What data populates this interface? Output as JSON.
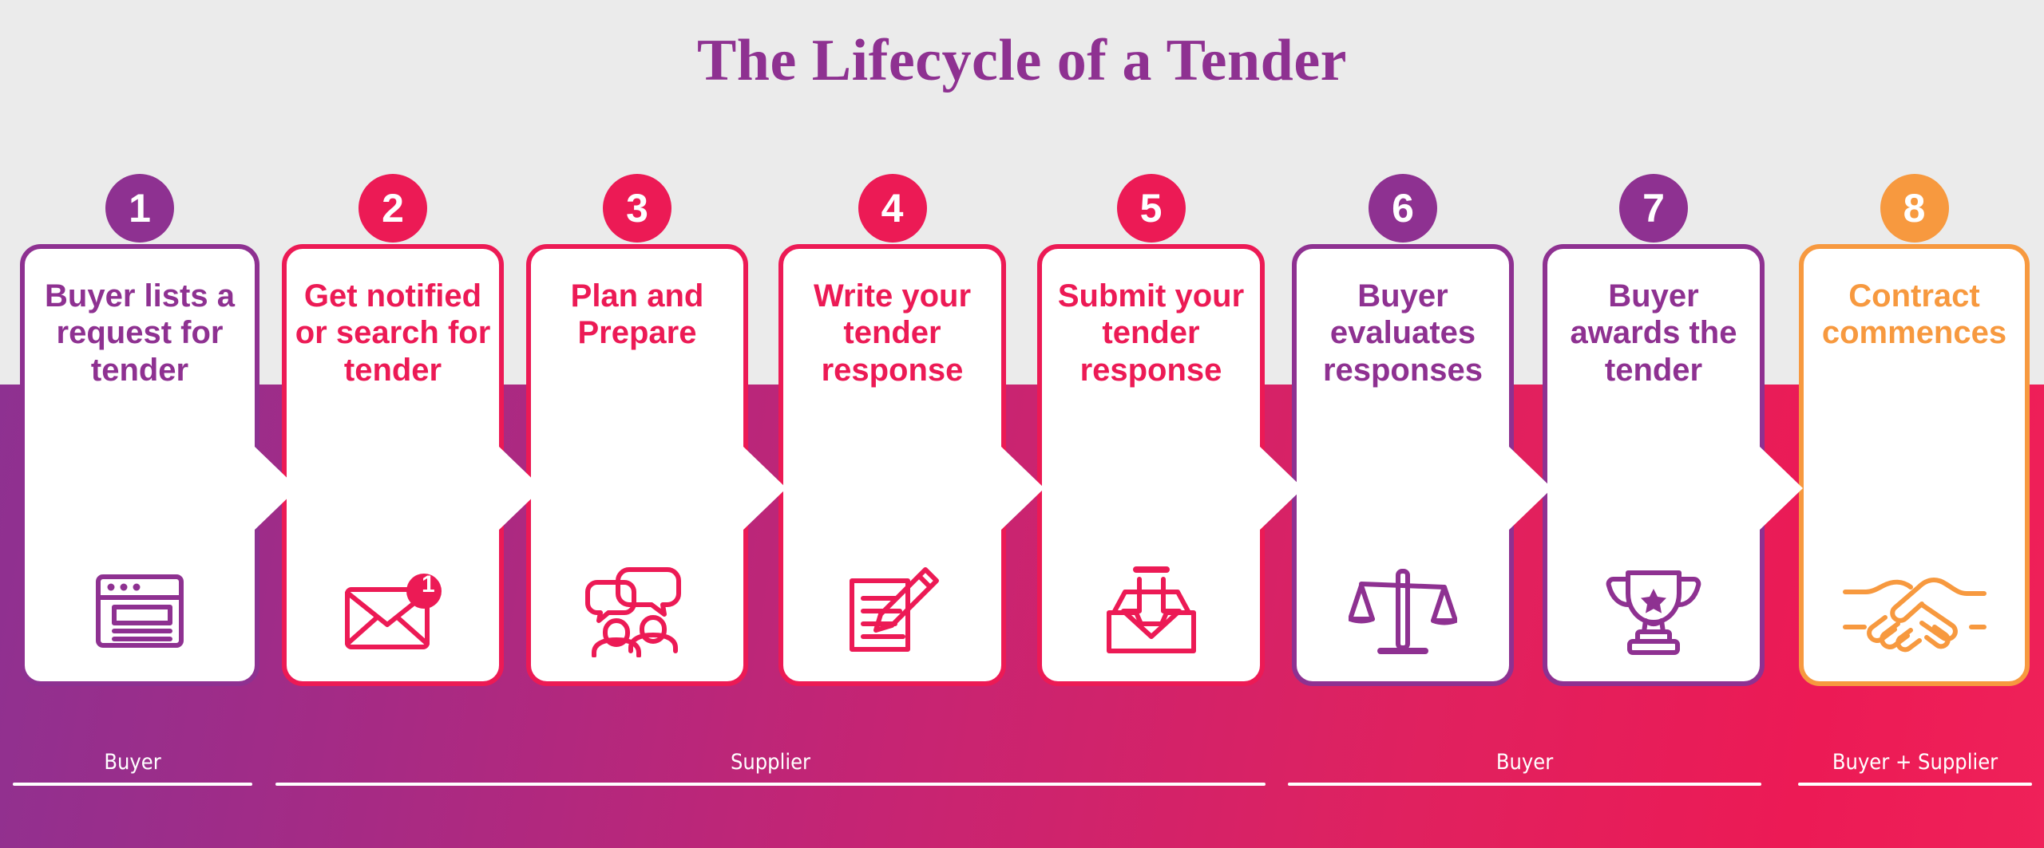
{
  "title": "The Lifecycle of a Tender",
  "colors": {
    "purple": "#8e3191",
    "pink": "#ec1a55",
    "orange": "#f7993f",
    "background_top": "#ebebeb",
    "band_left": "#8e3191",
    "band_right": "#ec1a55",
    "card_fill": "#ffffff"
  },
  "steps": [
    {
      "number": "1",
      "title": "Buyer lists a request for tender",
      "icon": "browser-window-icon",
      "color": "purple",
      "badge_value": ""
    },
    {
      "number": "2",
      "title": "Get notified or search for tender",
      "icon": "envelope-notification-icon",
      "color": "pink",
      "badge_value": "1"
    },
    {
      "number": "3",
      "title": "Plan and Prepare",
      "icon": "people-speech-bubbles-icon",
      "color": "pink",
      "badge_value": ""
    },
    {
      "number": "4",
      "title": "Write your tender response",
      "icon": "document-pencil-icon",
      "color": "pink",
      "badge_value": ""
    },
    {
      "number": "5",
      "title": "Submit your tender response",
      "icon": "inbox-tray-download-icon",
      "color": "pink",
      "badge_value": ""
    },
    {
      "number": "6",
      "title": "Buyer evaluates responses",
      "icon": "balance-scales-icon",
      "color": "purple",
      "badge_value": ""
    },
    {
      "number": "7",
      "title": "Buyer awards the tender",
      "icon": "trophy-star-icon",
      "color": "purple",
      "badge_value": ""
    },
    {
      "number": "8",
      "title": "Contract commences",
      "icon": "handshake-icon",
      "color": "orange",
      "badge_value": ""
    }
  ],
  "roles": [
    {
      "label": "Buyer"
    },
    {
      "label": "Supplier"
    },
    {
      "label": "Buyer"
    },
    {
      "label": "Buyer + Supplier"
    }
  ]
}
